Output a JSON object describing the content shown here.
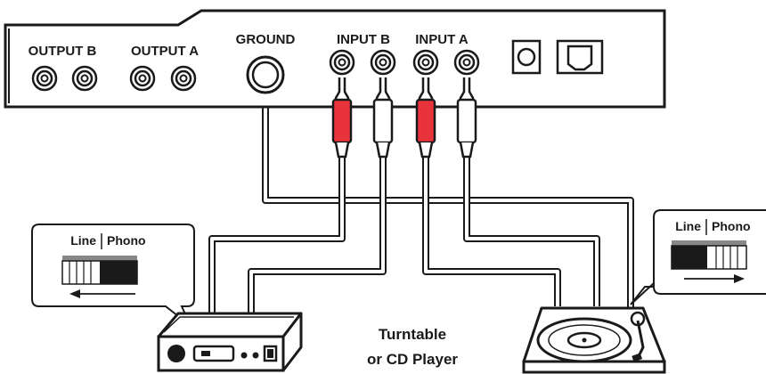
{
  "panel": {
    "output_b": "OUTPUT B",
    "output_a": "OUTPUT A",
    "ground": "GROUND",
    "input_b": "INPUT B",
    "input_a": "INPUT A"
  },
  "switch_left": {
    "line": "Line",
    "phono": "Phono"
  },
  "switch_right": {
    "line": "Line",
    "phono": "Phono"
  },
  "caption": {
    "line1": "Turntable",
    "line2": "or CD Player"
  },
  "colors": {
    "red_plug": "#e8323c",
    "ink": "#1a1a1a"
  }
}
